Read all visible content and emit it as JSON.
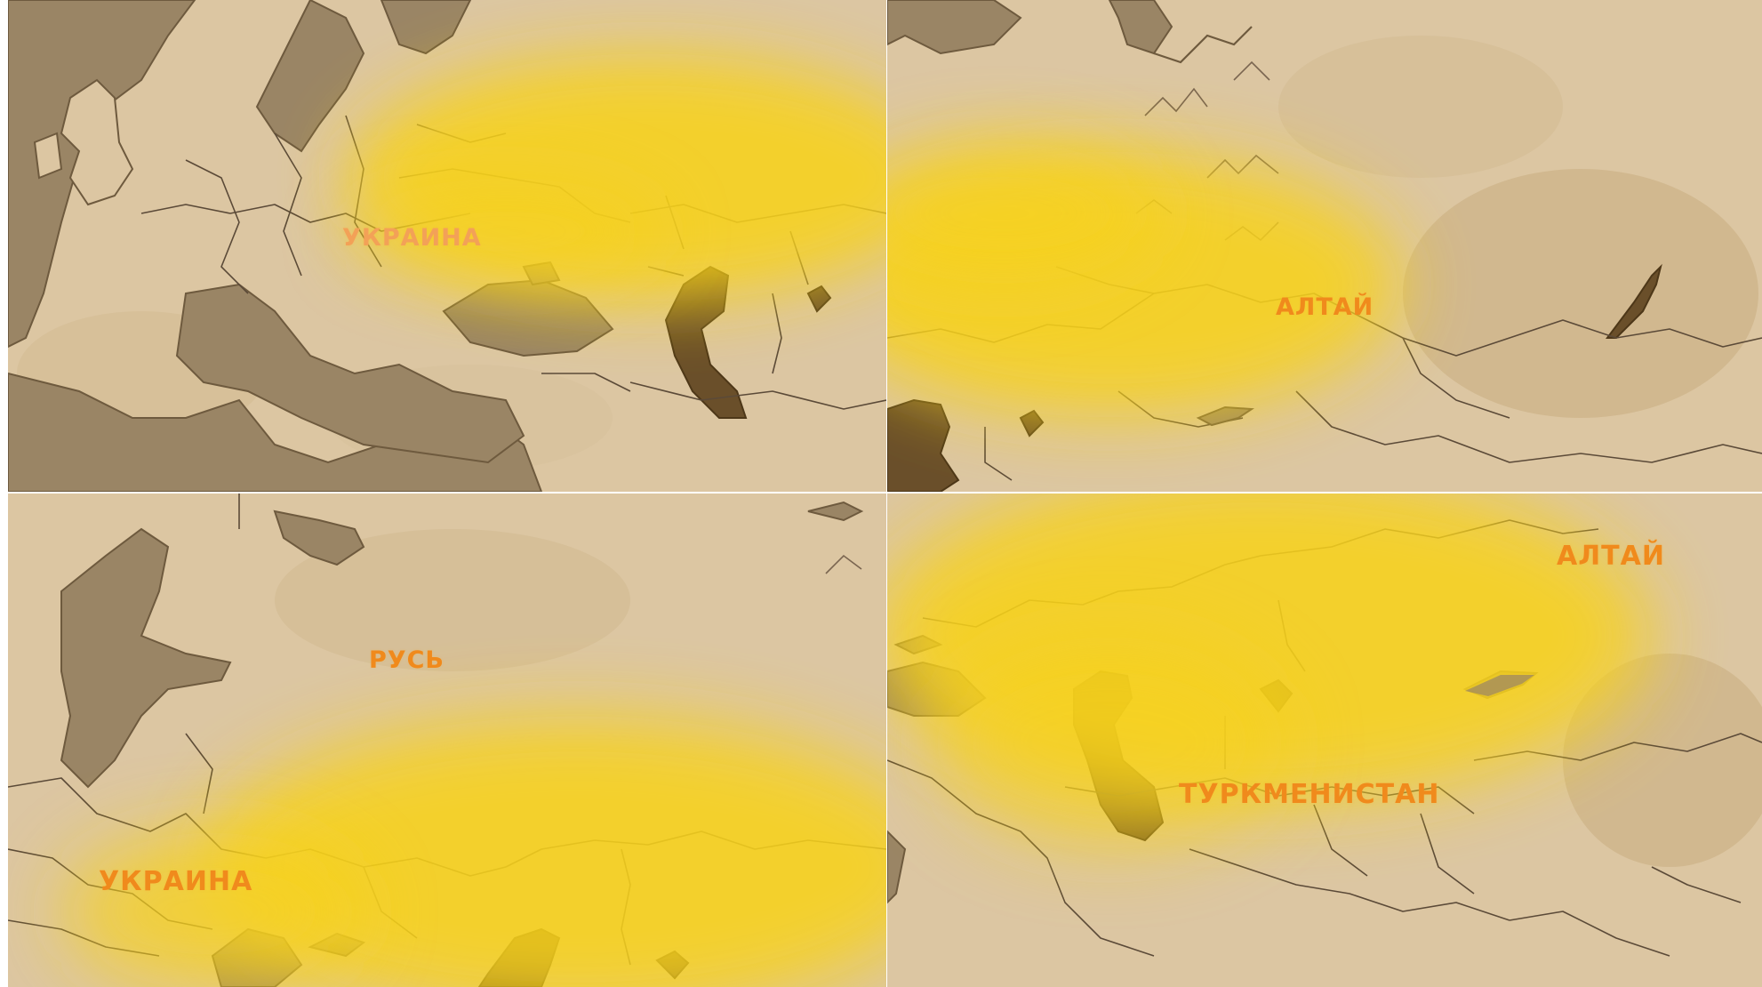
{
  "panels": [
    {
      "id": "top-left",
      "labels": [
        "УКРАИНА"
      ]
    },
    {
      "id": "top-right",
      "labels": [
        "АЛТАЙ"
      ]
    },
    {
      "id": "bottom-left",
      "labels": [
        "РУСЬ",
        "УКРАИНА"
      ]
    },
    {
      "id": "bottom-right",
      "labels": [
        "АЛТАЙ",
        "ТУРКМЕНИСТАН"
      ]
    }
  ],
  "colors": {
    "parchment": "#dcc6a2",
    "water": "#9a8565",
    "caspian": "#6a4f2a",
    "border": "#5b4a38",
    "highlight": "#f7d21e",
    "label": "#f08a1c"
  }
}
